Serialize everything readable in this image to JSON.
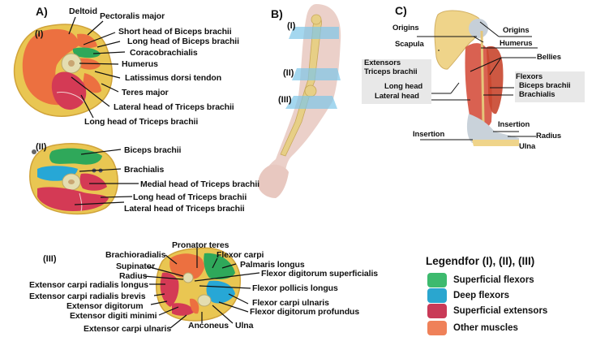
{
  "panels": {
    "A": {
      "label": "A)",
      "sections": {
        "I": {
          "label": "(I)",
          "structures": [
            "Deltoid",
            "Pectoralis major",
            "Short head of Biceps brachii",
            "Long head of Biceps brachii",
            "Coracobrachialis",
            "Humerus",
            "Latissimus  dorsi tendon",
            "Teres major",
            "Lateral head of Triceps brachii",
            "Long head of Triceps brachii"
          ]
        },
        "II": {
          "label": "(II)",
          "structures": [
            "Biceps brachii",
            "Brachialis",
            "Medial head of Triceps brachii",
            "Long head of Triceps brachii",
            "Lateral head of Triceps brachii"
          ]
        },
        "III": {
          "label": "(III)",
          "structures_left": [
            "Brachioradialis",
            "Supinator",
            "Radius",
            "Extensor carpi radialis longus",
            "Extensor carpi radialis brevis",
            "Extensor digitorum",
            "Extensor digiti minimi",
            "Extensor carpi ulnaris"
          ],
          "structures_top": [
            "Pronator teres",
            "Flexor carpi"
          ],
          "structures_right": [
            "Palmaris  longus",
            "Flexor digitorum superficialis",
            "Flexor pollicis longus",
            "Flexor carpi ulnaris",
            "Flexor digitorum profundus"
          ],
          "structures_bottom": [
            "Anconeus",
            "Ulna"
          ]
        }
      }
    },
    "B": {
      "label": "B)",
      "levels": [
        "(I)",
        "(II)",
        "(III)"
      ]
    },
    "C": {
      "label": "C)",
      "labels": {
        "origins_left": "Origins",
        "origins_right": "Origins",
        "scapula": "Scapula",
        "humerus": "Humerus",
        "bellies": "Bellies",
        "extensors": "Extensors",
        "triceps": "Triceps brachii",
        "long_head": "Long head",
        "lateral_head": "Lateral head",
        "flexors": "Flexors",
        "biceps": "Biceps brachii",
        "brachialis": "Brachialis",
        "insertion_right": "Insertion",
        "insertion_left": "Insertion",
        "radius": "Radius",
        "ulna": "Ulna"
      }
    }
  },
  "legend": {
    "title": "Legendfor (I), (II), (III)",
    "items": [
      {
        "label": "Superficial flexors",
        "color": "#3dba6e"
      },
      {
        "label": "Deep flexors",
        "color": "#2aa6cf"
      },
      {
        "label": "Superficial extensors",
        "color": "#c93a57"
      },
      {
        "label": "Other muscles",
        "color": "#ef8159"
      }
    ]
  },
  "colors": {
    "fat": "#e9c652",
    "fat_edge": "#d8a93a",
    "bone": "#e4ddb0",
    "other": "#ec7040",
    "superficial_extensor": "#d43a55",
    "superficial_flexor": "#2fa85a",
    "deep_flexor": "#27a7d6",
    "skin": "#e8c8c0"
  }
}
